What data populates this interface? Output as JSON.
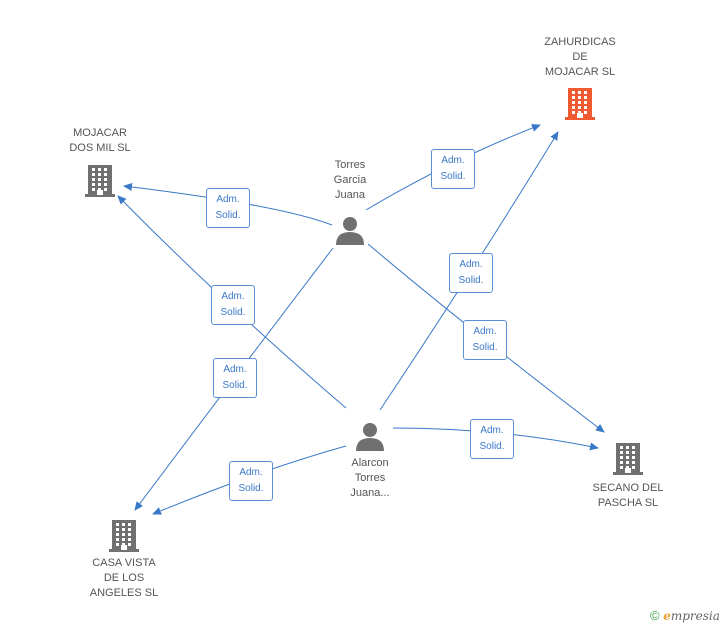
{
  "colors": {
    "edge": "#3a78c8",
    "company": "#707070",
    "company_highlight": "#ef5a30",
    "person": "#707070"
  },
  "nodes": [
    {
      "id": "zahurdicas",
      "type": "company",
      "highlight": true,
      "label": "ZAHURDICAS\nDE\nMOJACAR SL",
      "icon": "building-icon"
    },
    {
      "id": "mojacar",
      "type": "company",
      "highlight": false,
      "label": "MOJACAR\nDOS MIL SL",
      "icon": "building-icon"
    },
    {
      "id": "torres",
      "type": "person",
      "label": "Torres\nGarcia\nJuana",
      "icon": "person-icon"
    },
    {
      "id": "alarcon",
      "type": "person",
      "label": "Alarcon\nTorres\nJuana...",
      "icon": "person-icon"
    },
    {
      "id": "secano",
      "type": "company",
      "highlight": false,
      "label": "SECANO DEL\nPASCHA SL",
      "icon": "building-icon"
    },
    {
      "id": "casa",
      "type": "company",
      "highlight": false,
      "label": "CASA VISTA\nDE LOS\nANGELES SL",
      "icon": "building-icon"
    }
  ],
  "edges": [
    {
      "from": "torres",
      "to": "zahurdicas",
      "label": "Adm.\nSolid."
    },
    {
      "from": "torres",
      "to": "mojacar",
      "label": "Adm.\nSolid."
    },
    {
      "from": "torres",
      "to": "secano",
      "label": "Adm.\nSolid."
    },
    {
      "from": "torres",
      "to": "casa",
      "label": "Adm.\nSolid."
    },
    {
      "from": "alarcon",
      "to": "zahurdicas",
      "label": "Adm.\nSolid."
    },
    {
      "from": "alarcon",
      "to": "mojacar",
      "label": "Adm.\nSolid."
    },
    {
      "from": "alarcon",
      "to": "secano",
      "label": "Adm.\nSolid."
    },
    {
      "from": "alarcon",
      "to": "casa",
      "label": "Adm.\nSolid."
    }
  ],
  "footer": {
    "copyright": "©",
    "brand_initial": "e",
    "brand_rest": "mpresia"
  }
}
